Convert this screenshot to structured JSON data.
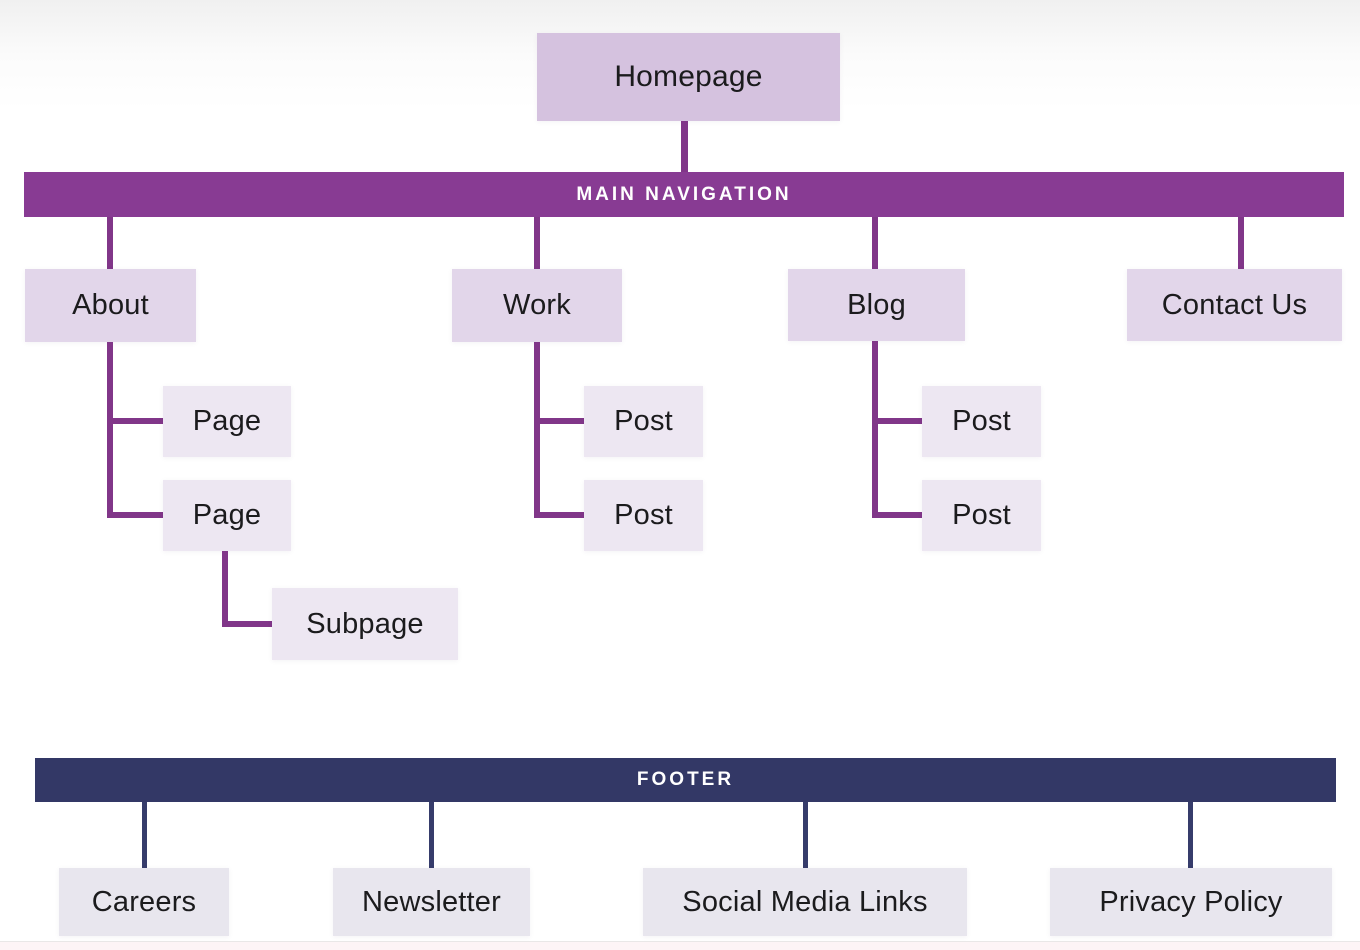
{
  "colors": {
    "nav_bar": "#883b93",
    "footer_bar": "#333866",
    "nav_connector": "#813689",
    "footer_connector": "#363c6b",
    "root_node_fill": "#d5c2df",
    "nav_node_fill": "#e2d6ea",
    "sub_node_fill": "#ede7f2",
    "footer_node_fill": "#e8e6ee",
    "bar_text": "#ffffff",
    "node_text": "#1b1b1d"
  },
  "sitemap": {
    "root": {
      "label": "Homepage"
    },
    "main_nav_bar": {
      "label": "MAIN NAVIGATION"
    },
    "nav_items": [
      {
        "label": "About",
        "children": [
          {
            "label": "Page",
            "children": []
          },
          {
            "label": "Page",
            "children": [
              {
                "label": "Subpage"
              }
            ]
          }
        ]
      },
      {
        "label": "Work",
        "children": [
          {
            "label": "Post",
            "children": []
          },
          {
            "label": "Post",
            "children": []
          }
        ]
      },
      {
        "label": "Blog",
        "children": [
          {
            "label": "Post",
            "children": []
          },
          {
            "label": "Post",
            "children": []
          }
        ]
      },
      {
        "label": "Contact Us",
        "children": []
      }
    ],
    "footer_bar": {
      "label": "FOOTER"
    },
    "footer_items": [
      {
        "label": "Careers"
      },
      {
        "label": "Newsletter"
      },
      {
        "label": "Social Media Links"
      },
      {
        "label": "Privacy Policy"
      }
    ]
  }
}
